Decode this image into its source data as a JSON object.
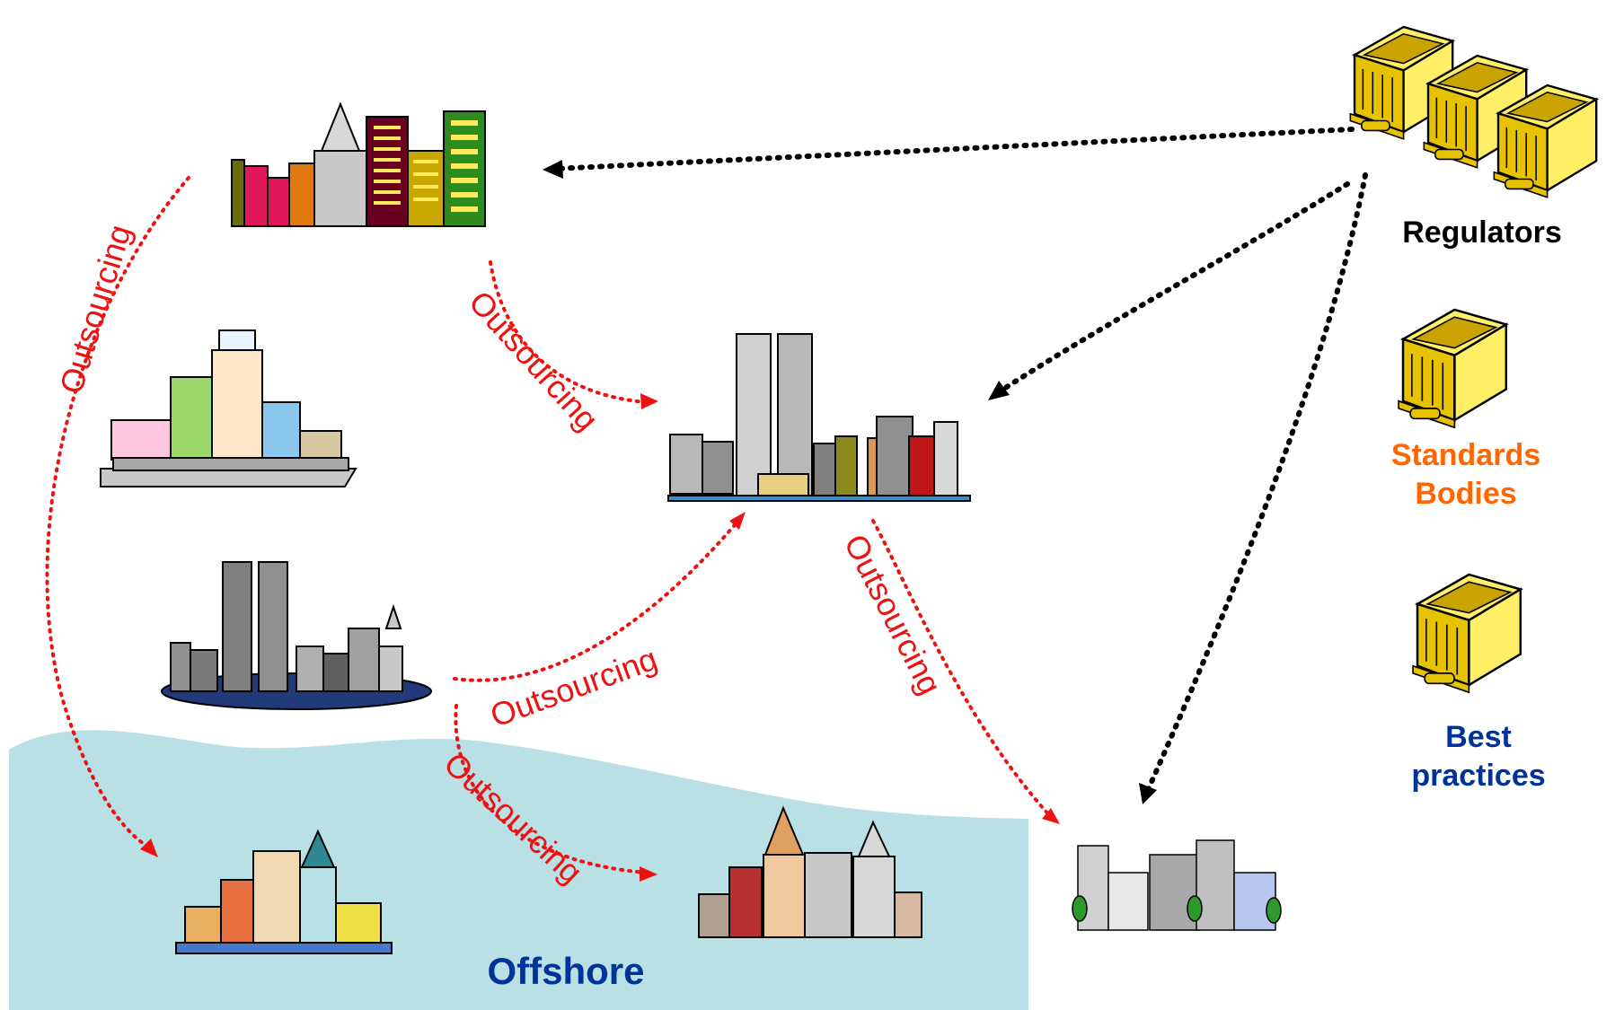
{
  "colors": {
    "background": "#ffffff",
    "offshore_region": "#b9e0e4",
    "outsourcing_arrow": "#ee1111",
    "regulator_arrow": "#000000",
    "regulators_text": "#000000",
    "standards_text": "#ff6600",
    "best_practices_text": "#003399",
    "offshore_text": "#003399",
    "institution_gold": "#e6c200",
    "institution_light": "#ffef66"
  },
  "labels": {
    "regulators": "Regulators",
    "standards_line1": "Standards",
    "standards_line2": "Bodies",
    "best_line1": "Best",
    "best_line2": "practices",
    "offshore": "Offshore"
  },
  "outsourcing_labels": [
    "Outsourcing",
    "Outsourcing",
    "Outsourcing",
    "Outsourcing",
    "Outsourcing"
  ],
  "icons": {
    "city_a": "colorful-skyline-icon",
    "town_b": "small-town-street-icon",
    "city_c": "twin-towers-island-icon",
    "city_hub": "twin-towers-harbor-icon",
    "offshore_town_a": "waterfront-town-icon",
    "offshore_town_b": "old-town-icon",
    "office_park": "office-park-icon",
    "regulators": "institution-buildings-icon",
    "standards": "institution-building-icon",
    "best_practices": "institution-building-icon"
  }
}
